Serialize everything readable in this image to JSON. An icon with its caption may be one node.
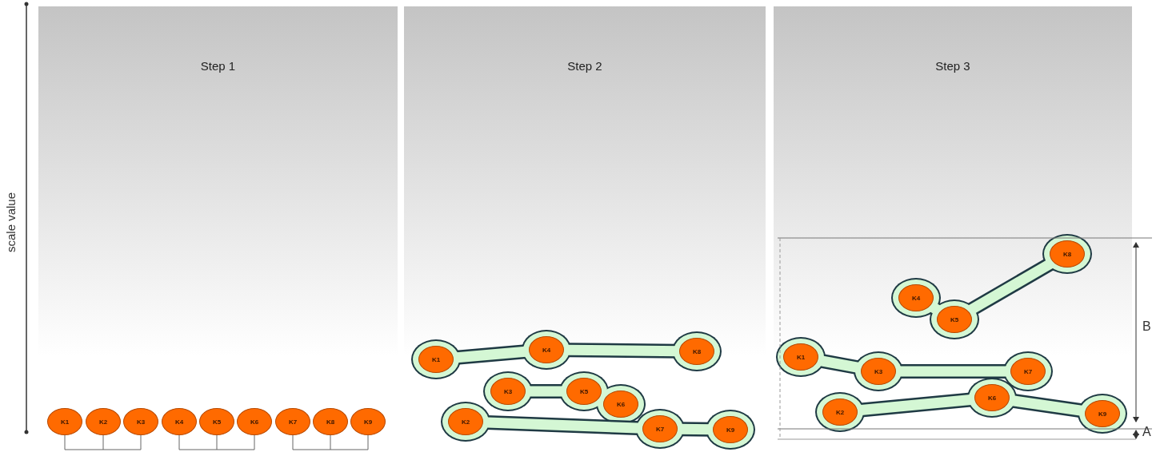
{
  "diagram": {
    "nodes": [
      {
        "text": [
          "Step 1"
        ]
      },
      {
        "text": [
          "K1"
        ],
        "in": 0
      },
      {
        "text": [
          "K2"
        ],
        "in": 0
      },
      {
        "text": [
          "K3"
        ],
        "in": 0
      },
      {
        "text": [
          "K4"
        ],
        "in": 0
      },
      {
        "text": [
          "K5"
        ],
        "in": 0
      },
      {
        "text": [
          "K6"
        ],
        "in": 0
      },
      {
        "text": [
          "K7"
        ],
        "in": 0
      },
      {
        "text": [
          "K8"
        ],
        "in": 0
      },
      {
        "text": [
          "K9"
        ],
        "in": 0
      },
      {
        "text": [
          "Step 2"
        ]
      },
      {
        "text": [],
        "shape": "blob",
        "in": 10
      },
      {
        "text": [
          "K1"
        ],
        "in": 11
      },
      {
        "text": [
          "K4"
        ],
        "in": 11
      },
      {
        "text": [
          "K8"
        ],
        "in": 11
      },
      {
        "text": [],
        "shape": "blob",
        "in": 10
      },
      {
        "text": [
          "K3"
        ],
        "in": 15
      },
      {
        "text": [
          "K5"
        ],
        "in": 15
      },
      {
        "text": [
          "K6"
        ],
        "in": 15
      },
      {
        "text": [],
        "shape": "blob",
        "in": 10
      },
      {
        "text": [
          "K2"
        ],
        "in": 19
      },
      {
        "text": [
          "K7"
        ],
        "in": 19
      },
      {
        "text": [
          "K9"
        ],
        "in": 19
      },
      {
        "text": [
          "Step 3"
        ]
      },
      {
        "text": [],
        "shape": "blob",
        "in": 23
      },
      {
        "text": [
          "K8"
        ],
        "in": 24
      },
      {
        "text": [
          "K4"
        ],
        "in": 24
      },
      {
        "text": [
          "K5"
        ],
        "in": 24
      },
      {
        "text": [],
        "shape": "blob",
        "in": 23
      },
      {
        "text": [
          "K1"
        ],
        "in": 28
      },
      {
        "text": [
          "K3"
        ],
        "in": 28
      },
      {
        "text": [
          "K7"
        ],
        "in": 28
      },
      {
        "text": [],
        "shape": "blob",
        "in": 23
      },
      {
        "text": [
          "K2"
        ],
        "in": 32
      },
      {
        "text": [
          "K6"
        ],
        "in": 32
      },
      {
        "text": [
          "K9"
        ],
        "in": 32
      }
    ],
    "labels": [
      "scale value",
      "B",
      "A"
    ]
  }
}
